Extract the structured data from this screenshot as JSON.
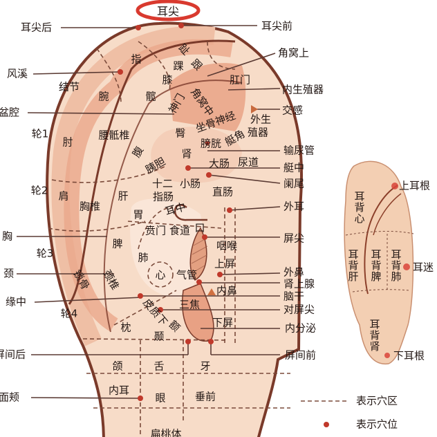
{
  "top_label": "耳尖",
  "left_labels": [
    "耳尖后",
    "风溪",
    "盆腔",
    "胸",
    "颈",
    "缘中",
    "屏间后",
    "面颊"
  ],
  "right_labels": [
    "耳尖前",
    "角窝上",
    "内生殖器",
    "交感",
    "输尿管",
    "艇中",
    "阑尾",
    "外耳",
    "屏尖",
    "外鼻",
    "肾上腺",
    "脑干",
    "对屏尖",
    "内分泌",
    "屏间前"
  ],
  "regions": [
    "指",
    "趾",
    "踝",
    "跟",
    "膝",
    "髋",
    "腕",
    "结节",
    "角窝中",
    "神门",
    "肛门",
    "外生",
    "殖器",
    "坐骨神经",
    "臀",
    "腰骶椎",
    "肘",
    "腹",
    "膀胱",
    "艇角",
    "肾",
    "胰胆",
    "大肠",
    "尿道",
    "十二",
    "小肠",
    "指肠",
    "直肠",
    "轮1",
    "轮2",
    "肩",
    "胸椎",
    "肝",
    "胃",
    "耳中",
    "贲门",
    "食道",
    "口",
    "脾",
    "肺",
    "心",
    "气管",
    "咽喉",
    "上屏",
    "内鼻",
    "轮3",
    "锁骨",
    "颈椎",
    "轮4",
    "三焦",
    "皮质下",
    "额",
    "下屏",
    "枕",
    "颞",
    "颌",
    "舌",
    "牙",
    "内耳",
    "眼",
    "垂前",
    "扁桃体"
  ],
  "back_ear": {
    "regions": [
      "耳背心",
      "耳背肝",
      "耳背脾",
      "耳背肺",
      "耳背肾"
    ],
    "labels": [
      "上耳根",
      "耳迷",
      "下耳根"
    ]
  },
  "legend": {
    "zone": "表示穴区",
    "point": "表示穴位"
  },
  "colors": {
    "outline": "#7a3a2a",
    "skin": "#f7dcc8",
    "band": "#eab095",
    "point": "#c0392b",
    "ring": "#d93a2f"
  }
}
